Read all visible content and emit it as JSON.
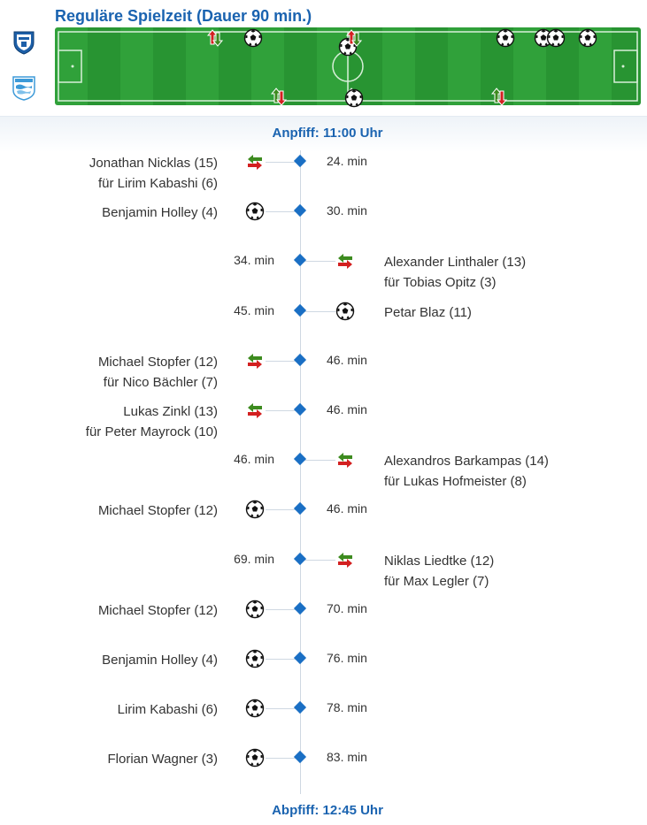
{
  "header": {
    "title": "Reguläre Spielzeit (Dauer 90 min.)",
    "home_team_logo": "shield-logo-icon",
    "away_team_logo": "donautal-logo-icon"
  },
  "colors": {
    "accent": "#1a63b0",
    "pitch_green": "#30a13a",
    "sub_in": "#3d8b1f",
    "sub_out": "#d32020",
    "axis": "#cfd8e2"
  },
  "pitch_events": [
    {
      "type": "substitution",
      "minute": 24,
      "team": "home"
    },
    {
      "type": "goal",
      "minute": 30,
      "team": "home"
    },
    {
      "type": "substitution",
      "minute": 34,
      "team": "away"
    },
    {
      "type": "goal",
      "minute": 45,
      "team": "away"
    },
    {
      "type": "substitution",
      "minute": 46,
      "team": "home"
    },
    {
      "type": "substitution",
      "minute": 46,
      "team": "away"
    },
    {
      "type": "goal",
      "minute": 46,
      "team": "home"
    },
    {
      "type": "substitution",
      "minute": 69,
      "team": "away"
    },
    {
      "type": "goal",
      "minute": 70,
      "team": "home"
    },
    {
      "type": "goal",
      "minute": 76,
      "team": "home"
    },
    {
      "type": "goal",
      "minute": 78,
      "team": "home"
    },
    {
      "type": "goal",
      "minute": 83,
      "team": "home"
    }
  ],
  "timeline": {
    "kickoff": "Anpfiff: 11:00 Uhr",
    "final_whistle": "Abpfiff: 12:45 Uhr",
    "events": [
      {
        "side": "home",
        "type": "substitution",
        "icon": "substitution-icon",
        "minute": "24. min",
        "player": "Jonathan Nicklas (15)",
        "detail": "für Lirim Kabashi (6)"
      },
      {
        "side": "home",
        "type": "goal",
        "icon": "soccer-ball-icon",
        "minute": "30. min",
        "player": "Benjamin Holley (4)",
        "detail": ""
      },
      {
        "side": "away",
        "type": "substitution",
        "icon": "substitution-icon",
        "minute": "34. min",
        "player": "Alexander Linthaler (13)",
        "detail": "für Tobias Opitz (3)"
      },
      {
        "side": "away",
        "type": "goal",
        "icon": "soccer-ball-icon",
        "minute": "45. min",
        "player": "Petar Blaz (11)",
        "detail": ""
      },
      {
        "side": "home",
        "type": "substitution",
        "icon": "substitution-icon",
        "minute": "46. min",
        "player": "Michael Stopfer (12)",
        "detail": "für Nico Bächler (7)"
      },
      {
        "side": "home",
        "type": "substitution",
        "icon": "substitution-icon",
        "minute": "46. min",
        "player": "Lukas Zinkl (13)",
        "detail": "für Peter Mayrock (10)"
      },
      {
        "side": "away",
        "type": "substitution",
        "icon": "substitution-icon",
        "minute": "46. min",
        "player": "Alexandros Barkampas (14)",
        "detail": "für Lukas Hofmeister (8)"
      },
      {
        "side": "home",
        "type": "goal",
        "icon": "soccer-ball-icon",
        "minute": "46. min",
        "player": "Michael Stopfer (12)",
        "detail": ""
      },
      {
        "side": "away",
        "type": "substitution",
        "icon": "substitution-icon",
        "minute": "69. min",
        "player": "Niklas Liedtke (12)",
        "detail": "für Max Legler (7)"
      },
      {
        "side": "home",
        "type": "goal",
        "icon": "soccer-ball-icon",
        "minute": "70. min",
        "player": "Michael Stopfer (12)",
        "detail": ""
      },
      {
        "side": "home",
        "type": "goal",
        "icon": "soccer-ball-icon",
        "minute": "76. min",
        "player": "Benjamin Holley (4)",
        "detail": ""
      },
      {
        "side": "home",
        "type": "goal",
        "icon": "soccer-ball-icon",
        "minute": "78. min",
        "player": "Lirim Kabashi (6)",
        "detail": ""
      },
      {
        "side": "home",
        "type": "goal",
        "icon": "soccer-ball-icon",
        "minute": "83. min",
        "player": "Florian Wagner (3)",
        "detail": ""
      }
    ]
  }
}
